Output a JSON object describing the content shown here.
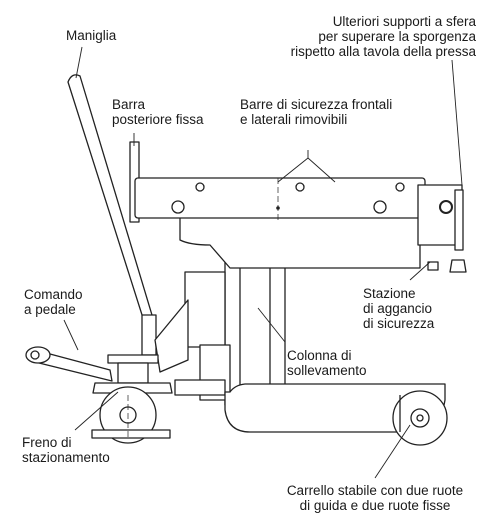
{
  "labels": {
    "handle": "Maniglia",
    "rear_bar": [
      "Barra",
      "posteriore fissa"
    ],
    "front_bars": [
      "Barre di sicurezza frontali",
      "e laterali rimovibili"
    ],
    "ball_supports": [
      "Ulteriori supporti a sfera",
      "per superare la sporgenza",
      "rispetto alla tavola della pressa"
    ],
    "pedal": [
      "Comando",
      "a pedale"
    ],
    "docking": [
      "Stazione",
      "di aggancio",
      "di sicurezza"
    ],
    "column": [
      "Colonna di",
      "sollevamento"
    ],
    "brake": [
      "Freno di",
      "stazionamento"
    ],
    "carriage": [
      "Carrello stabile con due ruote",
      "di guida e due ruote fisse"
    ]
  }
}
